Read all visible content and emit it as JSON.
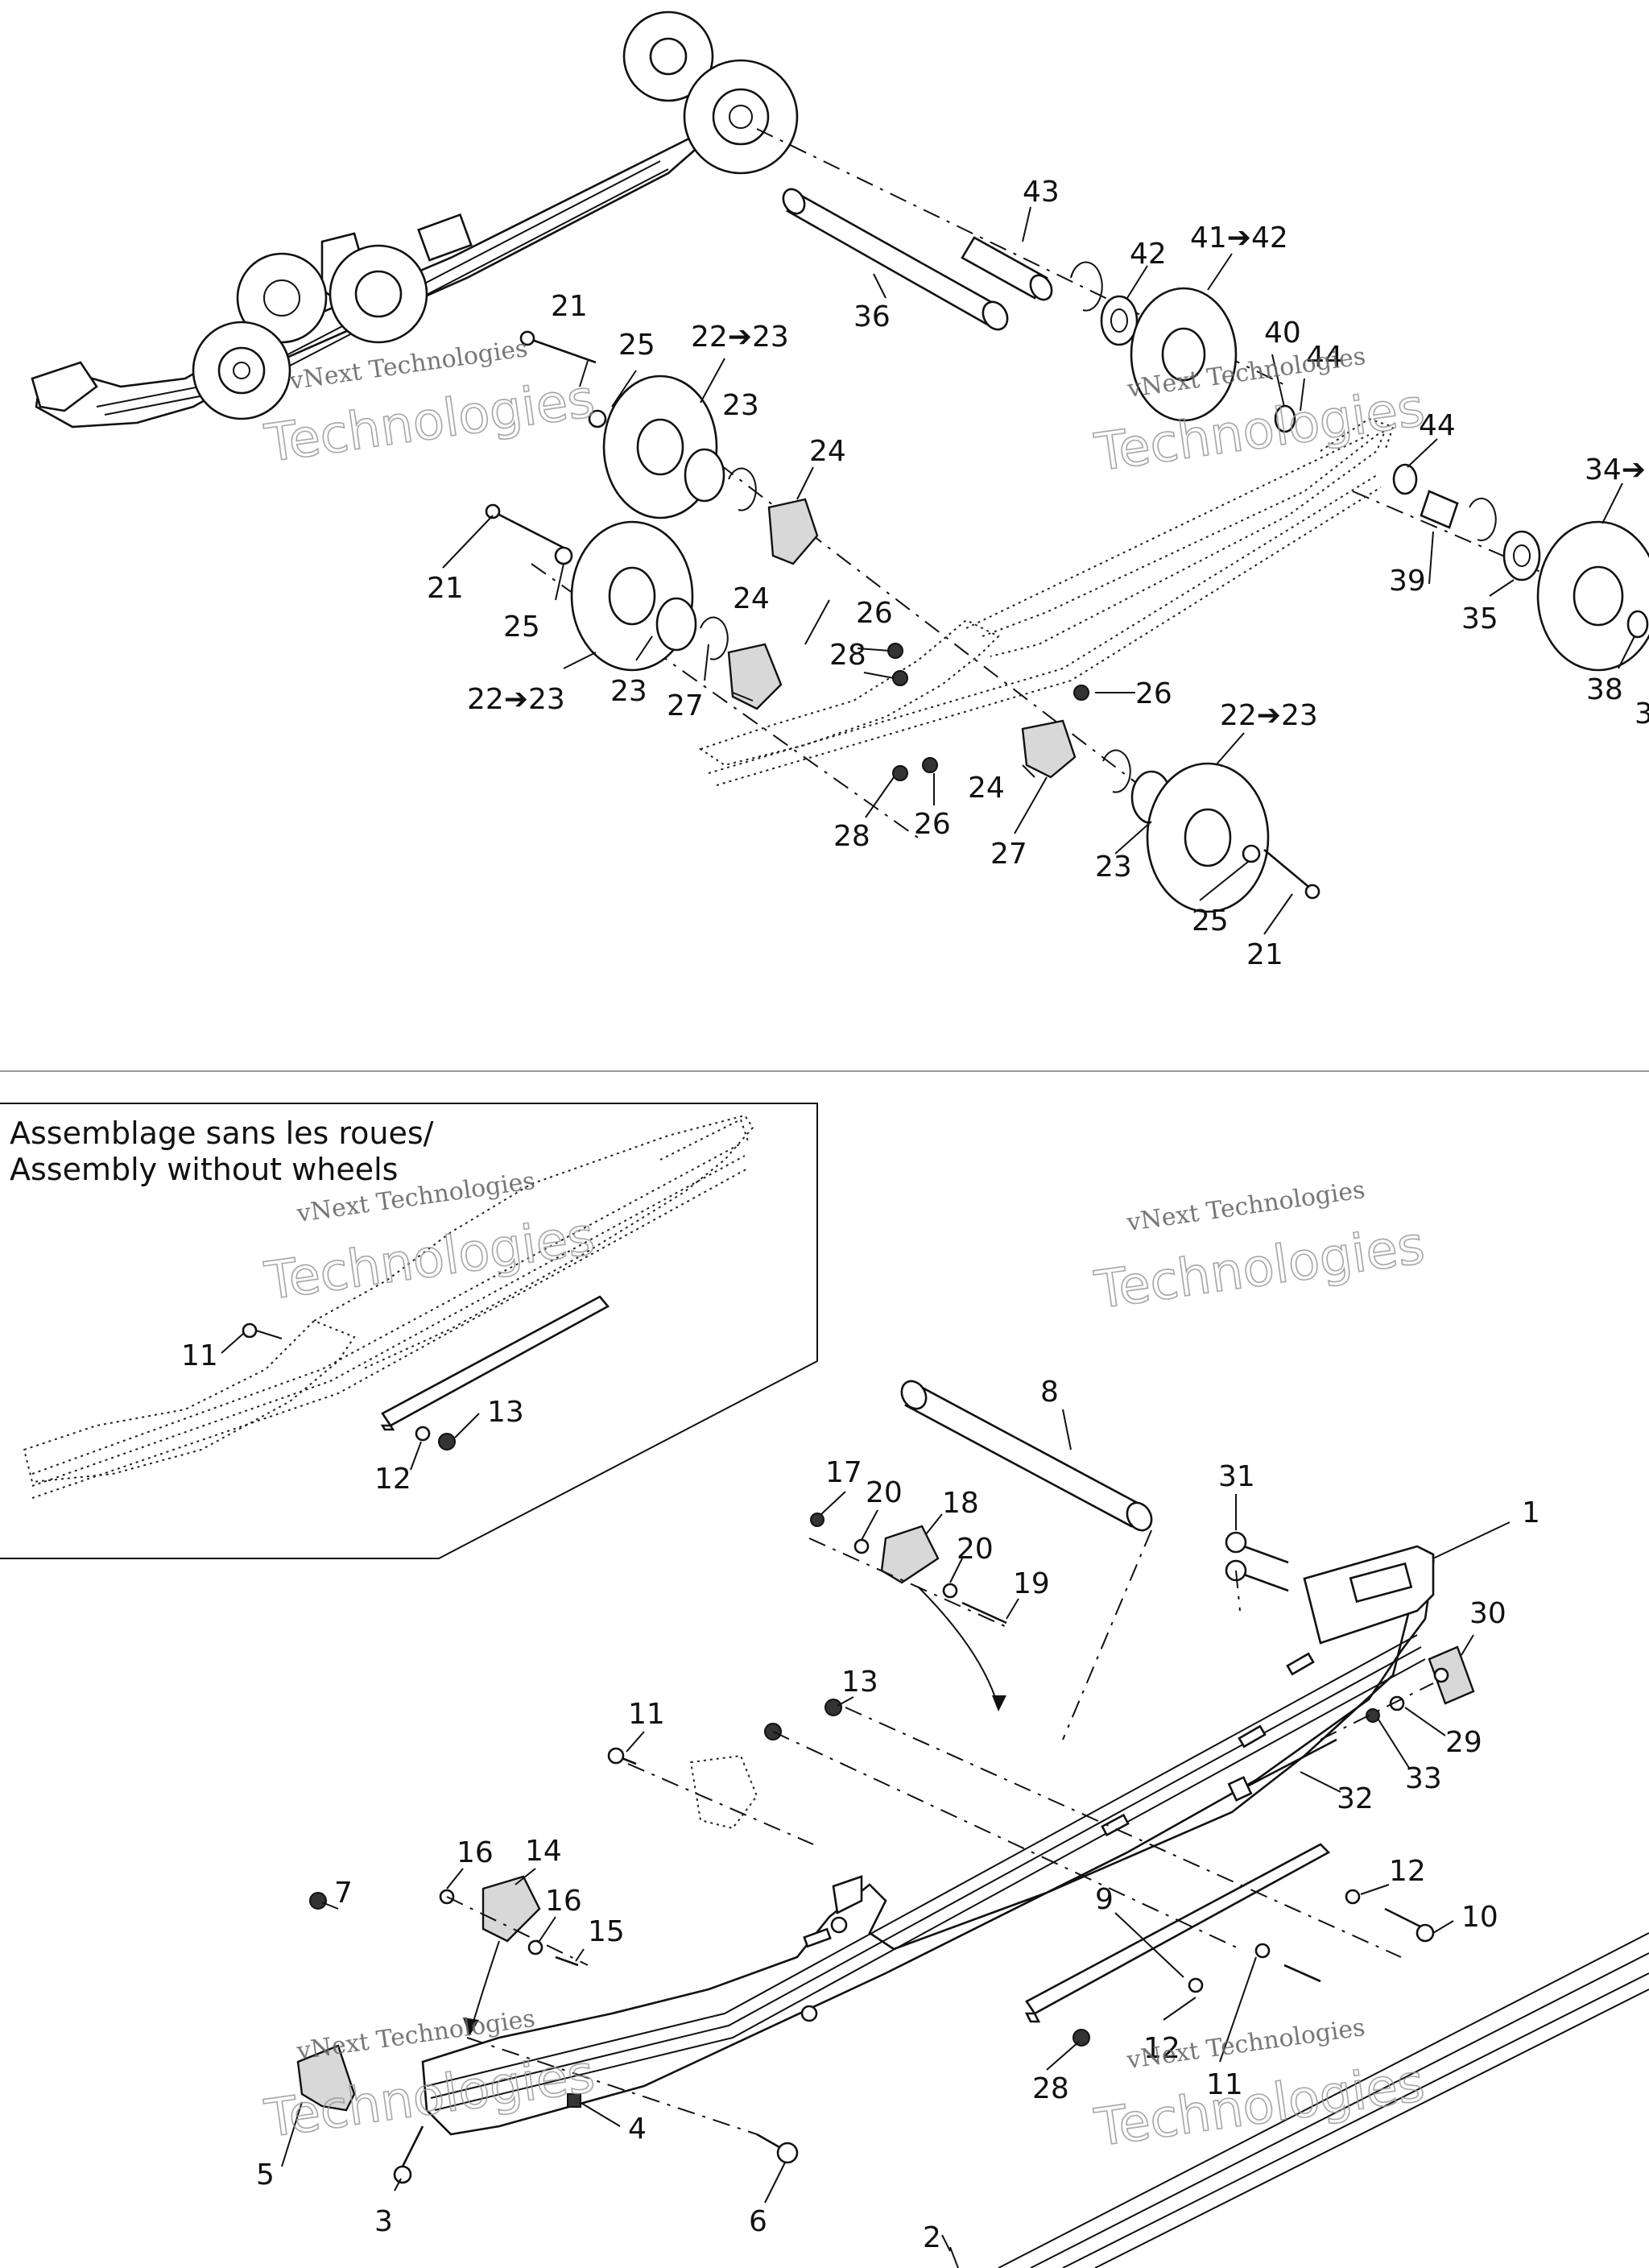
{
  "inset": {
    "title_line1": "Assemblage sans les roues/",
    "title_line2": "Assembly without wheels"
  },
  "watermark": {
    "line1": "vNext Technologies",
    "line2": "Technologies"
  },
  "callouts": {
    "c43": "43",
    "c36": "36",
    "c42": "42",
    "c41_42": "41➔42",
    "c40": "40",
    "c44a": "44",
    "c44b": "44",
    "c34": "34➔",
    "c39": "39",
    "c35": "35",
    "c38": "38",
    "c3x": "3",
    "c21a": "21",
    "c25a": "25",
    "c22a": "22➔23",
    "c23a": "23",
    "c24a": "24",
    "c21b": "21",
    "c25b": "25",
    "c22b": "22➔23",
    "c23b": "23",
    "c24b": "24",
    "c27a": "27",
    "c26a": "26",
    "c28a": "28",
    "c26b": "26",
    "c28b": "28",
    "c26c": "26",
    "c24c": "24",
    "c27b": "27",
    "c22c": "22➔23",
    "c23c": "23",
    "c25c": "25",
    "c21c": "21",
    "c11a": "11",
    "c13a": "13",
    "c12a": "12",
    "c8": "8",
    "c17": "17",
    "c20a": "20",
    "c18": "18",
    "c20b": "20",
    "c19": "19",
    "c31": "31",
    "c1": "1",
    "c30": "30",
    "c29": "29",
    "c33": "33",
    "c32": "32",
    "c13b": "13",
    "c11b": "11",
    "c16a": "16",
    "c14": "14",
    "c16b": "16",
    "c15": "15",
    "c7": "7",
    "c9": "9",
    "c12b": "12",
    "c10": "10",
    "c12c": "12",
    "c11c": "11",
    "c28c": "28",
    "c4": "4",
    "c5": "5",
    "c3": "3",
    "c6": "6",
    "c2": "2"
  }
}
